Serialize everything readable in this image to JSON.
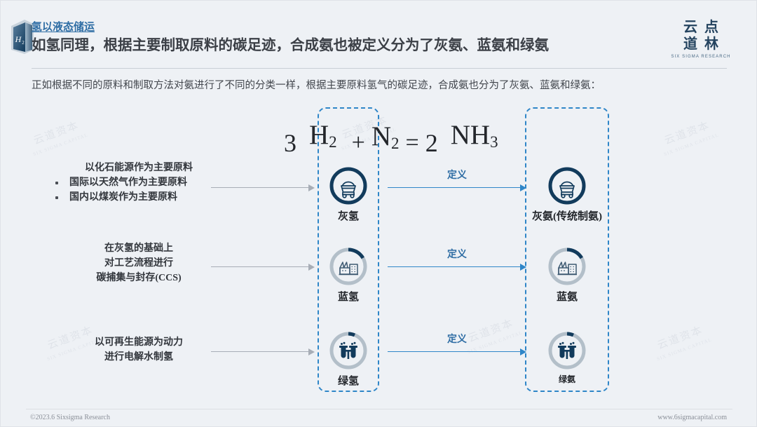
{
  "header": {
    "icon_name": "h2-cube-icon",
    "kicker": "氢以液态储运",
    "title": "如氢同理，根据主要制取原料的碳足迹，合成氨也被定义分为了灰氨、蓝氨和绿氨",
    "logo": {
      "line1": "云点",
      "line2": "道林",
      "subtitle": "SIX SIGMA RESEARCH"
    }
  },
  "lead": "正如根据不同的原料和制取方法对氨进行了不同的分类一样，根据主要原料氢气的碳足迹，合成氨也分为了灰氨、蓝氨和绿氨：",
  "equation": {
    "coef_h2": "3",
    "h2": "H",
    "h2_sub": "2",
    "plus": "+",
    "n2": "N",
    "n2_sub": "2",
    "equals": "=",
    "coef_nh3": "2",
    "nh3": "NH",
    "nh3_sub": "3"
  },
  "rows": [
    {
      "left": {
        "heading": "以化石能源作为主要原料",
        "bullets": [
          "国际以天然气作为主要原料",
          "国内以煤炭作为主要原料"
        ]
      },
      "hydrogen": {
        "label": "灰氢",
        "icon_name": "coal-cart-icon",
        "ring_fill": 1.0
      },
      "arrow_label": "定义",
      "ammonia": {
        "label": "灰氨(传统制氨)",
        "icon_name": "coal-cart-icon",
        "ring_fill": 1.0
      }
    },
    {
      "left": {
        "heading": "在灰氢的基础上\n对工艺流程进行\n碳捕集与封存(CCS)",
        "bullets": []
      },
      "hydrogen": {
        "label": "蓝氢",
        "icon_name": "factory-icon",
        "ring_fill": 0.22
      },
      "arrow_label": "定义",
      "ammonia": {
        "label": "蓝氨",
        "icon_name": "factory-icon",
        "ring_fill": 0.22
      }
    },
    {
      "left": {
        "heading": "以可再生能源为动力\n进行电解水制氢",
        "bullets": []
      },
      "hydrogen": {
        "label": "绿氢",
        "icon_name": "electrolysis-tubes-icon",
        "ring_fill": 0.09
      },
      "arrow_label": "定义",
      "ammonia": {
        "label": "绿氨",
        "icon_name": "electrolysis-tubes-icon",
        "ring_fill": 0.09
      }
    }
  ],
  "watermark": {
    "cn": "云道资本",
    "en": "SIX SIGMA CAPITAL"
  },
  "footer": {
    "left": "©2023.6 Sixsigma Research",
    "right": "www.6sigmacapital.com"
  },
  "colors": {
    "navy": "#123b5c",
    "accent_blue": "#2f86c8",
    "gray_ring": "#b3bfc9",
    "text": "#33373d"
  }
}
